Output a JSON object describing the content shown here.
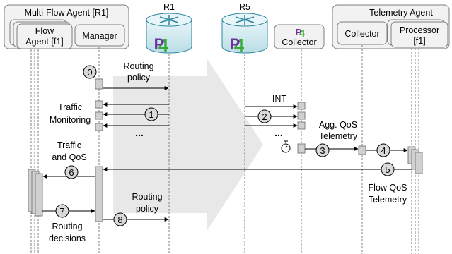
{
  "colors": {
    "box_fill": "#f2f2f2",
    "box_stroke": "#7f7f7f",
    "activation_fill": "#d0d0d0",
    "lifeline": "#7f7f7f",
    "big_arrow": "#e8e8e8",
    "router_body": "#d9eef3",
    "router_stroke": "#2e86a0",
    "p4_purple": "#7030a0",
    "p4_green": "#3aaa35"
  },
  "entities": {
    "multi_flow_agent": "Multi-Flow Agent [R1]",
    "flow_agent_line1": "Flow",
    "flow_agent_line2": "Agent [f1]",
    "manager": "Manager",
    "r1": "R1",
    "r5": "R5",
    "p4_logo": "P4",
    "collector_p4": "Collector",
    "telemetry_agent": "Telemetry Agent",
    "collector": "Collector",
    "processor_line1": "Processor",
    "processor_line2": "[f1]"
  },
  "steps": [
    "0",
    "1",
    "2",
    "3",
    "4",
    "5",
    "6",
    "7",
    "8"
  ],
  "messages": {
    "routing_policy_top_1": "Routing",
    "routing_policy_top_2": "policy",
    "int": "INT",
    "traffic_monitoring_1": "Traffic",
    "traffic_monitoring_2": "Monitoring",
    "ellipsis_left": "...",
    "ellipsis_right": "...",
    "agg_qos_1": "Agg. QoS",
    "agg_qos_2": "Telemetry",
    "traffic_qos_1": "Traffic",
    "traffic_qos_2": "and QoS",
    "flow_qos_1": "Flow QoS",
    "flow_qos_2": "Telemetry",
    "routing_policy_bottom_1": "Routing",
    "routing_policy_bottom_2": "policy",
    "routing_decisions_1": "Routing",
    "routing_decisions_2": "decisions"
  },
  "icons": {
    "router": "router-icon",
    "timer": "stopwatch-icon"
  }
}
